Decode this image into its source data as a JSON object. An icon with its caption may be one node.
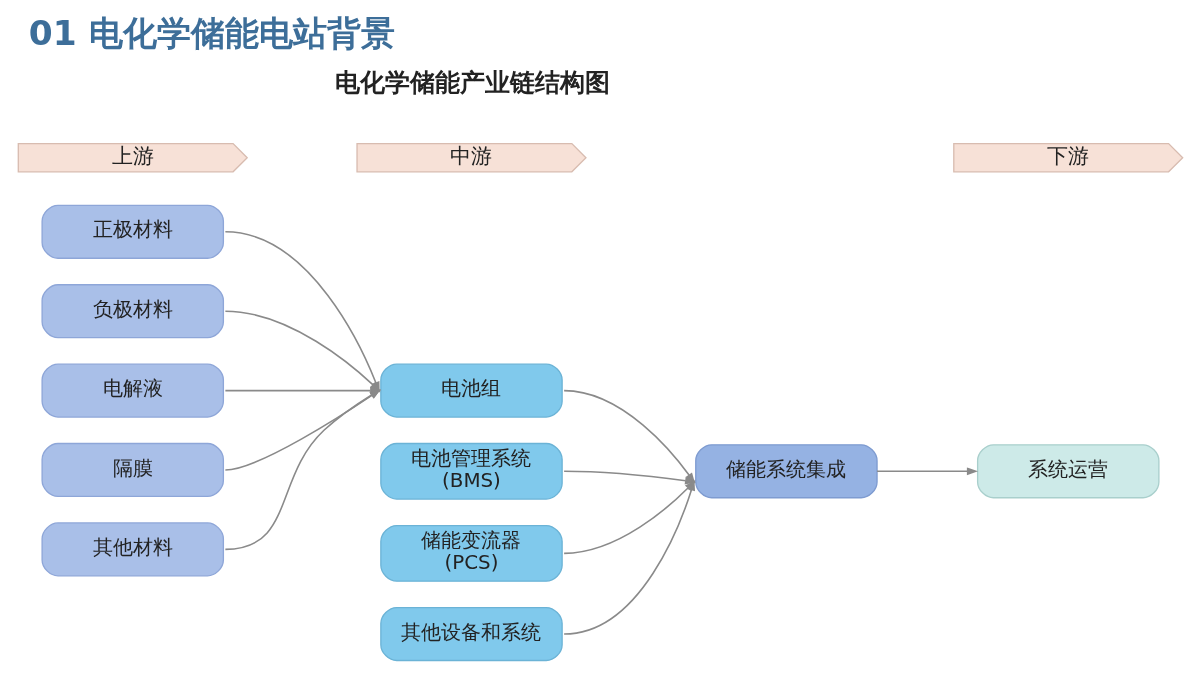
{
  "diagram": {
    "title": "01 电化学储能电站背景",
    "nodes": [
      {
        "text": [
          "上游"
        ]
      },
      {
        "text": [
          "中游"
        ]
      },
      {
        "text": [
          "下游"
        ]
      },
      {
        "text": [
          "正极材料"
        ]
      },
      {
        "text": [
          "负极材料"
        ]
      },
      {
        "text": [
          "电解液"
        ]
      },
      {
        "text": [
          "隔膜"
        ]
      },
      {
        "text": [
          "其他材料"
        ]
      },
      {
        "text": [
          "电池组"
        ]
      },
      {
        "text": [
          "电池管理系统",
          "(BMS)"
        ]
      },
      {
        "text": [
          "储能变流器",
          "(PCS)"
        ]
      },
      {
        "text": [
          "其他设备和系统"
        ]
      },
      {
        "text": [
          "储能系统集成"
        ]
      },
      {
        "text": [
          "系统运营"
        ]
      }
    ],
    "edges": [
      {
        "from": 3,
        "to": 8,
        "arrow": "to"
      },
      {
        "from": 4,
        "to": 8,
        "arrow": "to"
      },
      {
        "from": 5,
        "to": 8,
        "arrow": "to"
      },
      {
        "from": 6,
        "to": 8,
        "arrow": "to"
      },
      {
        "from": 7,
        "to": 8,
        "arrow": "to"
      },
      {
        "from": 8,
        "to": 12,
        "arrow": "to"
      },
      {
        "from": 9,
        "to": 12,
        "arrow": "to"
      },
      {
        "from": 10,
        "to": 12,
        "arrow": "to"
      },
      {
        "from": 11,
        "to": 12,
        "arrow": "to"
      },
      {
        "from": 12,
        "to": 13,
        "arrow": "to"
      }
    ],
    "labels": [
      "电化学储能产业链结构图"
    ]
  }
}
